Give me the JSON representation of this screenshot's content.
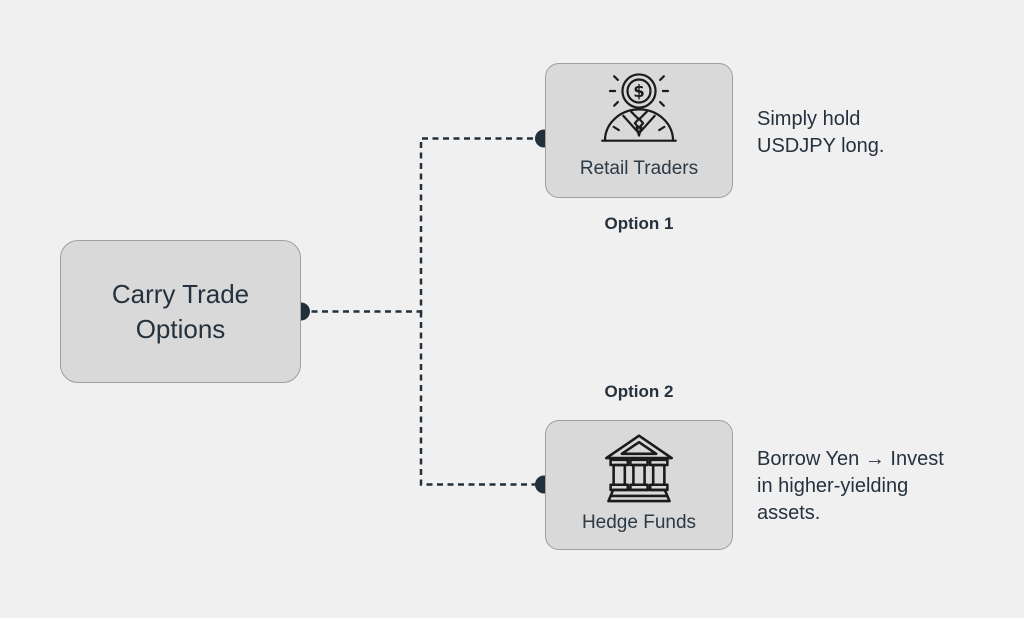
{
  "root_node": {
    "label": "Carry Trade Options"
  },
  "options": [
    {
      "caption": "Option 1",
      "node_label": "Retail Traders",
      "icon": "money-person-icon",
      "annotation": "Simply hold USDJPY long."
    },
    {
      "caption": "Option 2",
      "node_label": "Hedge Funds",
      "icon": "bank-icon",
      "annotation": "Borrow Yen → Invest in higher-yielding assets."
    }
  ],
  "colors": {
    "background": "#f0f0f1",
    "node_fill": "#d9d9d9",
    "node_border": "#9da0a2",
    "text": "#25323e",
    "connector": "#22303c",
    "icon_stroke": "#1b1b1b"
  }
}
